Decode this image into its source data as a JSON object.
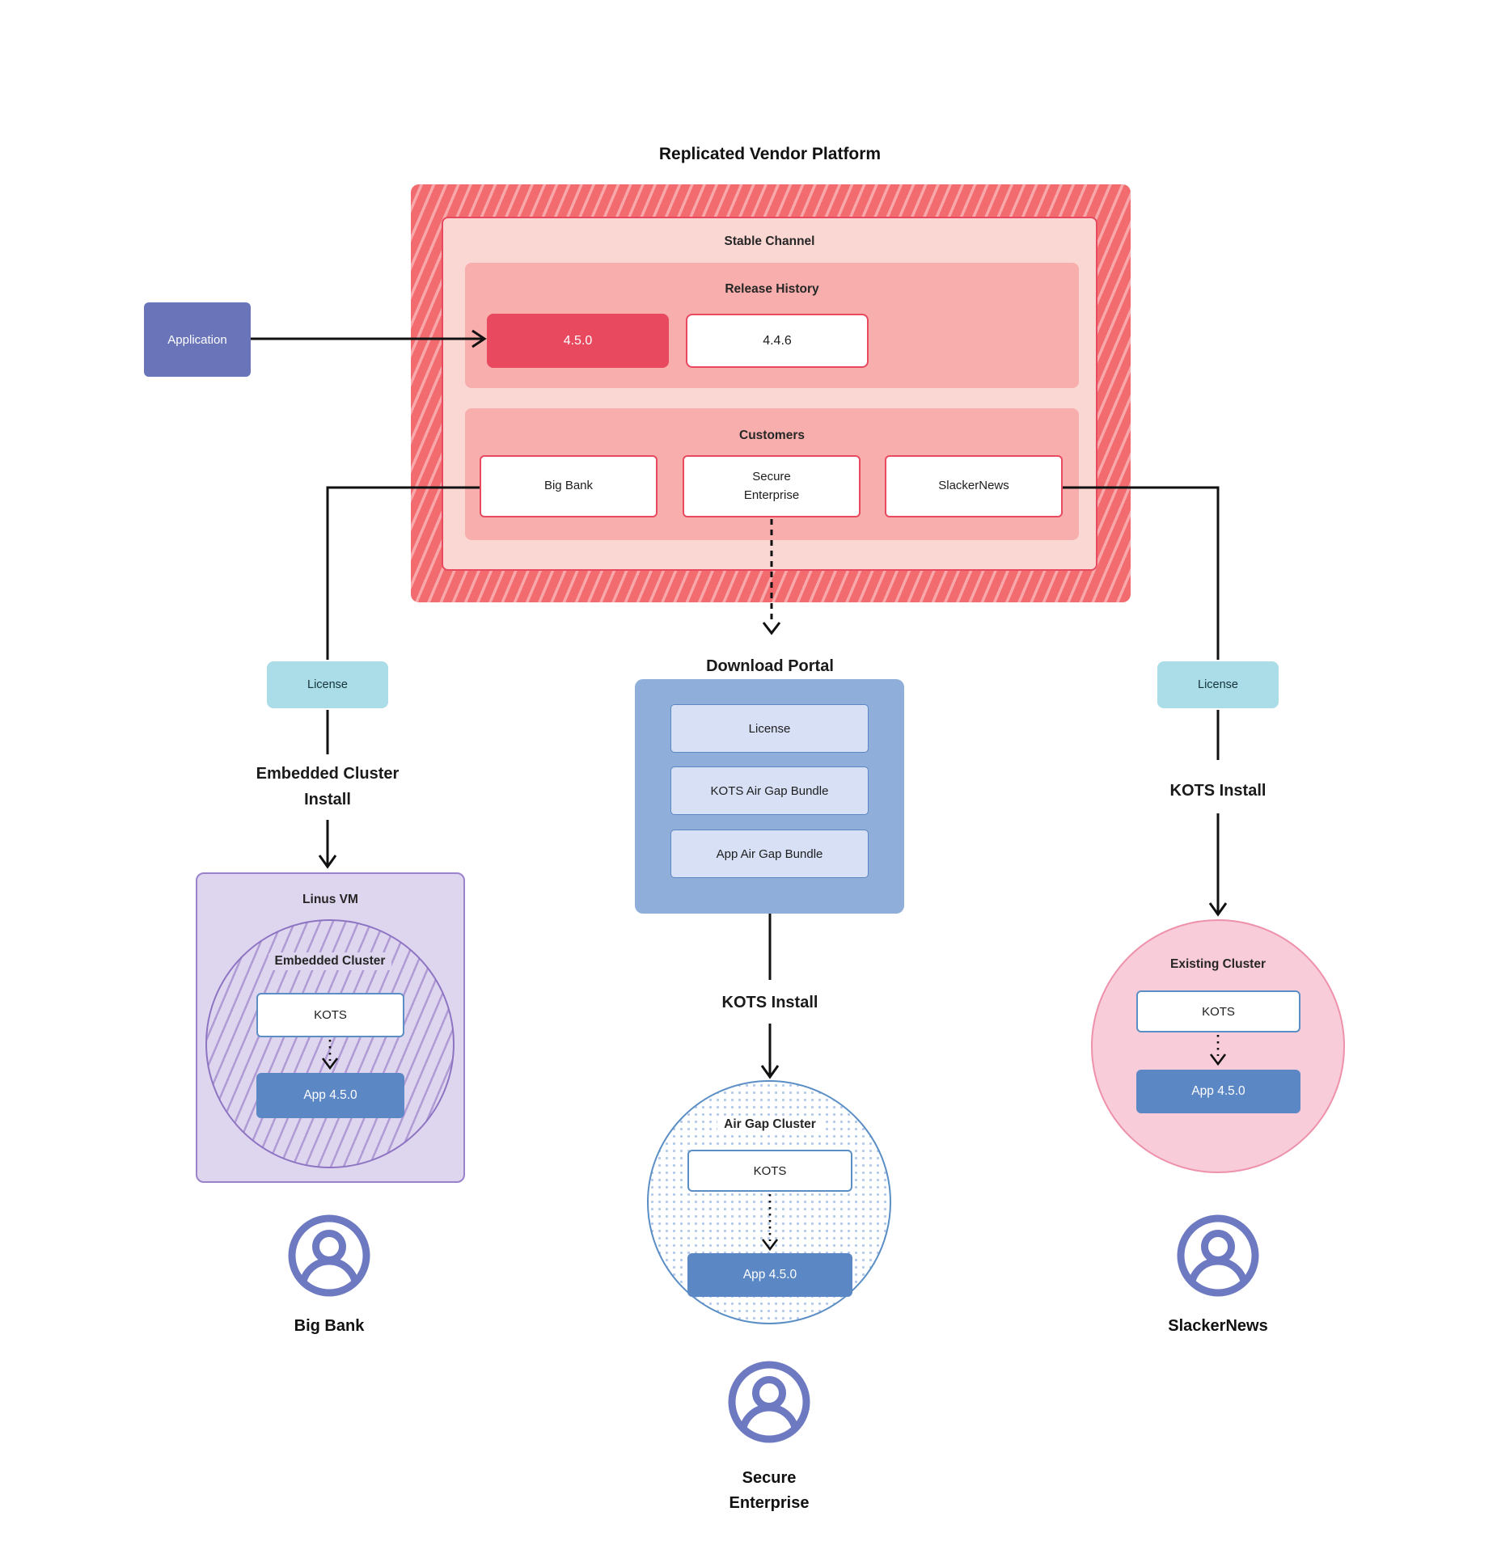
{
  "title": "Replicated Vendor Platform",
  "application": {
    "label": "Application"
  },
  "platform": {
    "stable_channel": {
      "label": "Stable Channel"
    },
    "release_history": {
      "label": "Release History",
      "current_release": "4.5.0",
      "previous_release": "4.4.6"
    },
    "customers": {
      "label": "Customers",
      "big_bank": "Big Bank",
      "secure_enterprise": "Secure\nEnterprise",
      "slacker_news": "SlackerNews"
    }
  },
  "big_bank_flow": {
    "license_label": "License",
    "install_label": "Embedded Cluster\nInstall",
    "vm_label": "Linus VM",
    "cluster_label": "Embedded Cluster",
    "kots_label": "KOTS",
    "app_label": "App 4.5.0",
    "customer_name": "Big Bank"
  },
  "secure_enterprise_flow": {
    "portal_label": "Download Portal",
    "portal_license": "License",
    "portal_kots_bundle": "KOTS Air Gap Bundle",
    "portal_app_bundle": "App Air Gap Bundle",
    "install_label": "KOTS Install",
    "cluster_label": "Air Gap Cluster",
    "kots_label": "KOTS",
    "app_label": "App 4.5.0",
    "customer_name": "Secure\nEnterprise"
  },
  "slacker_news_flow": {
    "license_label": "License",
    "install_label": "KOTS Install",
    "cluster_label": "Existing Cluster",
    "kots_label": "KOTS",
    "app_label": "App 4.5.0",
    "customer_name": "SlackerNews"
  },
  "colors": {
    "hatch_red": "#f26b6e",
    "hatch_red_stripe": "#f8a8aa",
    "stable_channel_bg": "#fbd7d3",
    "panel_pink": "#f7aeac",
    "accent_red": "#e8495f",
    "application_purple": "#6a74b8",
    "license_teal": "#aadde7",
    "vm_lavender": "#ded5ee",
    "vm_border_purple": "#9a83ca",
    "kots_border_blue": "#5b8ec4",
    "app_blue": "#5b87c5",
    "portal_blue": "#8fafda",
    "portal_item_blue": "#d7e0f5",
    "existing_cluster_pink": "#f8ccd8",
    "existing_cluster_border": "#ee91aa",
    "user_icon_purple": "#6d79c1",
    "line_black": "#111111"
  }
}
